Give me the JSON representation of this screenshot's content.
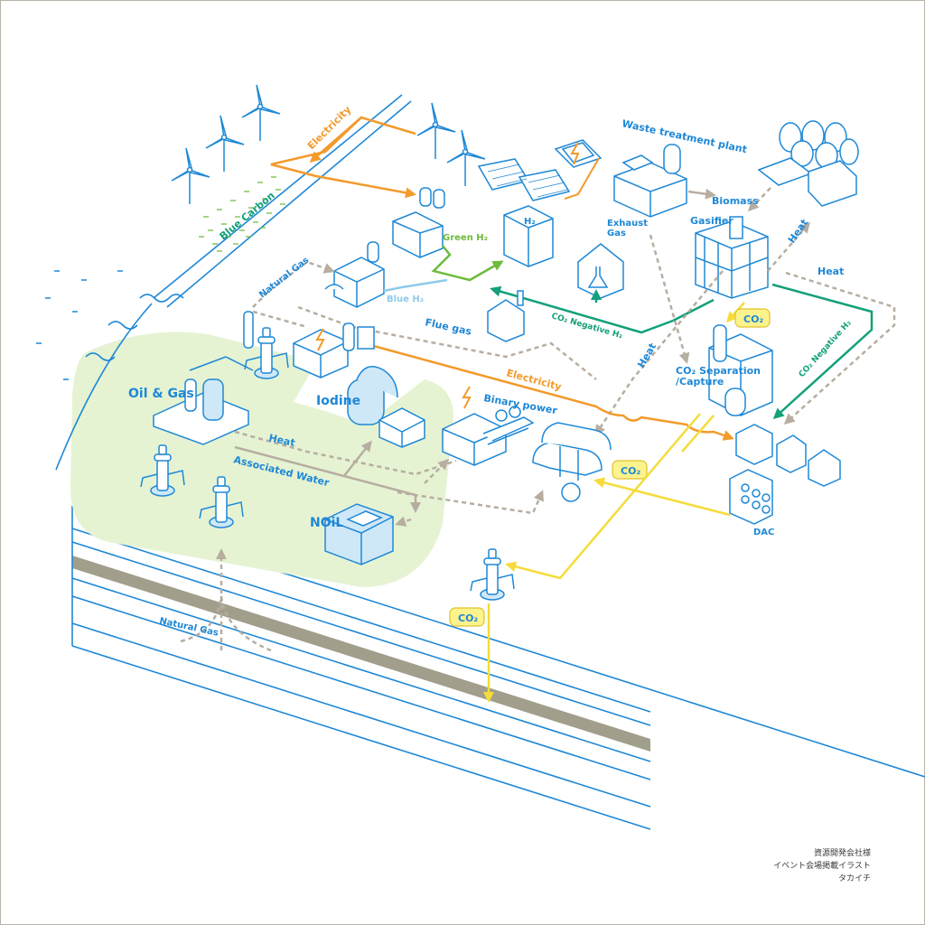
{
  "colors": {
    "blue": "#1e88d6",
    "light_blue": "#8fcbea",
    "orange": "#f39a2b",
    "green": "#6dbb3c",
    "teal": "#13a07a",
    "gray": "#b7ada0",
    "yellow": "#f5dc3a",
    "green_area": "#e5f3d3",
    "soil": "#a29e8c"
  },
  "labels": {
    "blue_carbon": "Blue Carbon",
    "electricity_top": "Electricity",
    "natural_gas_top": "Natural Gas",
    "blue_h2": "Blue H₂",
    "green_h2": "Green H₂",
    "h2": "H₂",
    "waste_treatment_plant": "Waste treatment plant",
    "exhaust_gas": "Exhaust\nGas",
    "biomass": "Biomass",
    "gasifier": "Gasifier",
    "heat_right_top": "Heat",
    "heat_right": "Heat",
    "co2_negative_h2_mid": "CO₂ Negative H₂",
    "co2_negative_h2_right": "CO₂ Negative H₂",
    "flue_gas": "Flue gas",
    "oil_gas": "Oil & Gas",
    "iodine": "Iodine",
    "electricity_mid": "Electricity",
    "binary_power": "Binary power",
    "heat_center": "Heat",
    "heat_left": "Heat",
    "associated_water": "Associated Water",
    "co2_separation": "CO₂ Separation\n/Capture",
    "co2_badge_top": "CO₂",
    "co2_badge_mid": "CO₂",
    "co2_badge_bottom": "CO₂",
    "dac": "DAC",
    "noil": "NOiL",
    "natural_gas_bottom": "Natural Gas"
  },
  "credits": {
    "line1": "資源開発会社様",
    "line2": "イベント会場掲載イラスト",
    "line3": "タカイチ"
  },
  "icons": [
    "wind-turbine-icon",
    "solar-panel-icon",
    "battery-icon",
    "factory-icon",
    "flask-icon",
    "forest-icon",
    "house-icon",
    "wellhead-icon",
    "lightning-icon",
    "dac-unit-icon"
  ]
}
